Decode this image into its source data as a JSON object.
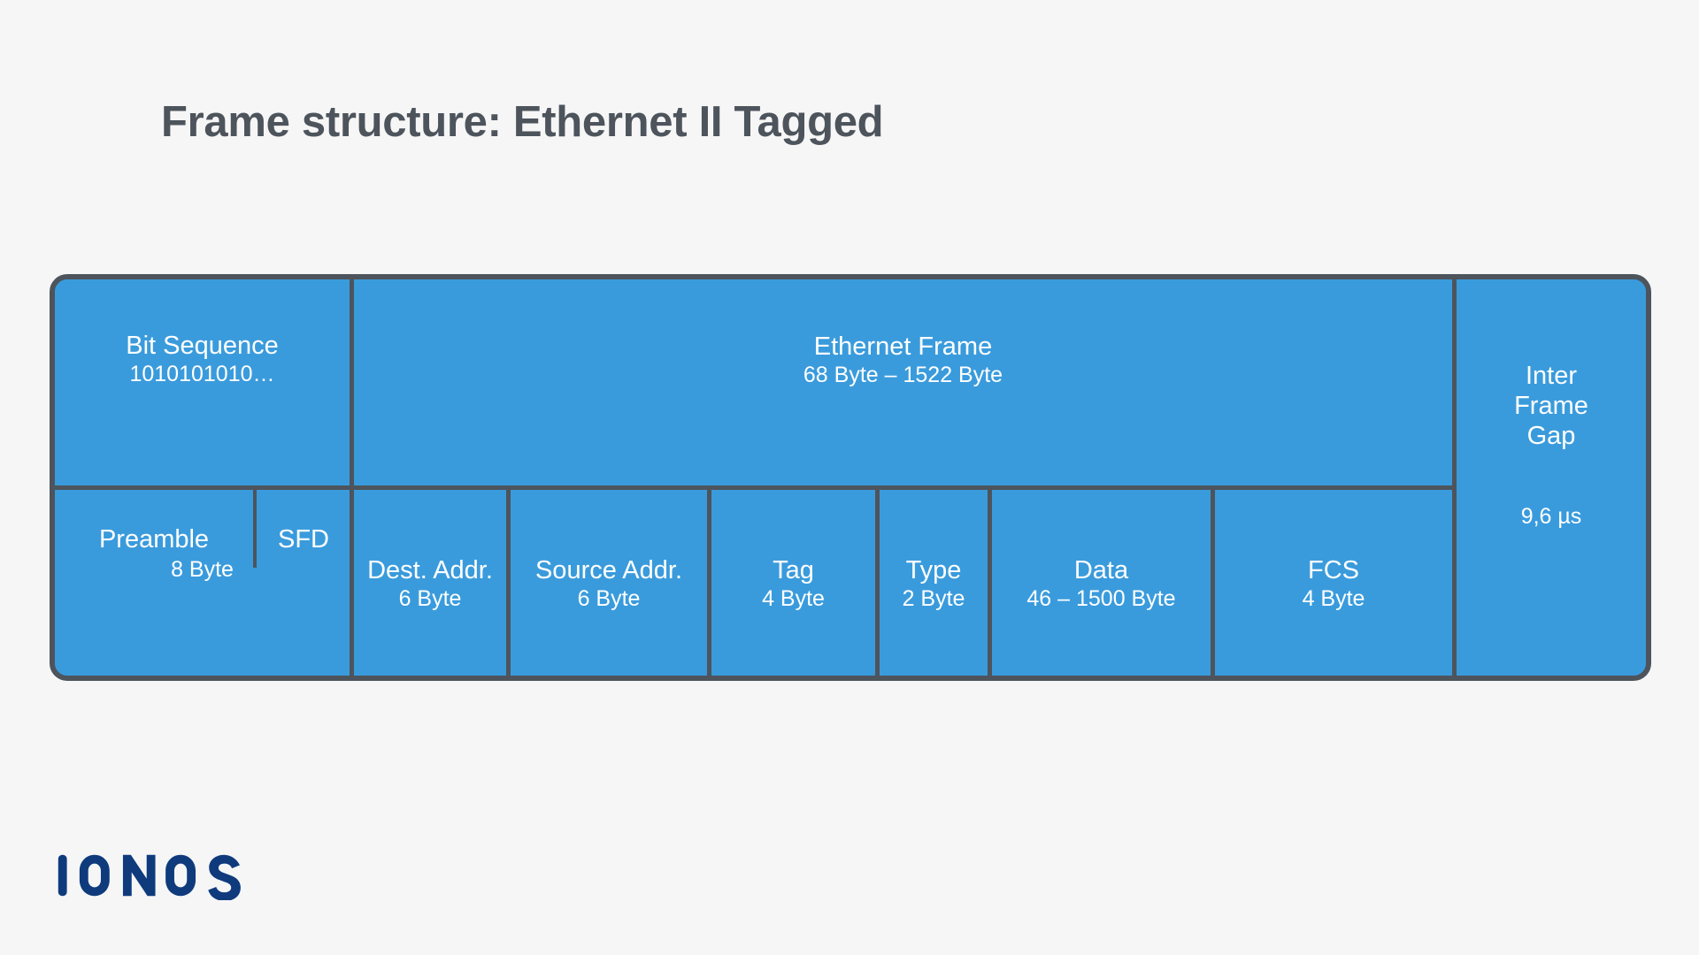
{
  "page": {
    "title": "Frame structure: Ethernet II Tagged",
    "background_color": "#f6f6f6",
    "title_color": "#4d545c"
  },
  "diagram": {
    "type": "packet-frame-structure",
    "fill_color": "#3a9bdc",
    "border_color": "#4d545c",
    "text_color": "#ffffff",
    "top_row": [
      {
        "label": "Bit Sequence",
        "sub": "1010101010…"
      },
      {
        "label": "Ethernet Frame",
        "sub": "68 Byte – 1522 Byte"
      }
    ],
    "bottom_row": [
      {
        "label": "Preamble",
        "sub": ""
      },
      {
        "label": "SFD",
        "sub": ""
      },
      {
        "label": "",
        "sub": "8 Byte"
      },
      {
        "label": "Dest. Addr.",
        "sub": "6 Byte"
      },
      {
        "label": "Source Addr.",
        "sub": "6 Byte"
      },
      {
        "label": "Tag",
        "sub": "4 Byte"
      },
      {
        "label": "Type",
        "sub": "2 Byte"
      },
      {
        "label": "Data",
        "sub": "46 – 1500 Byte"
      },
      {
        "label": "FCS",
        "sub": "4 Byte"
      }
    ],
    "side": {
      "label_line1": "Inter",
      "label_line2": "Frame",
      "label_line3": "Gap",
      "sub": "9,6 µs"
    }
  },
  "logo": {
    "text": "IONOS",
    "color": "#0f3b7d"
  }
}
